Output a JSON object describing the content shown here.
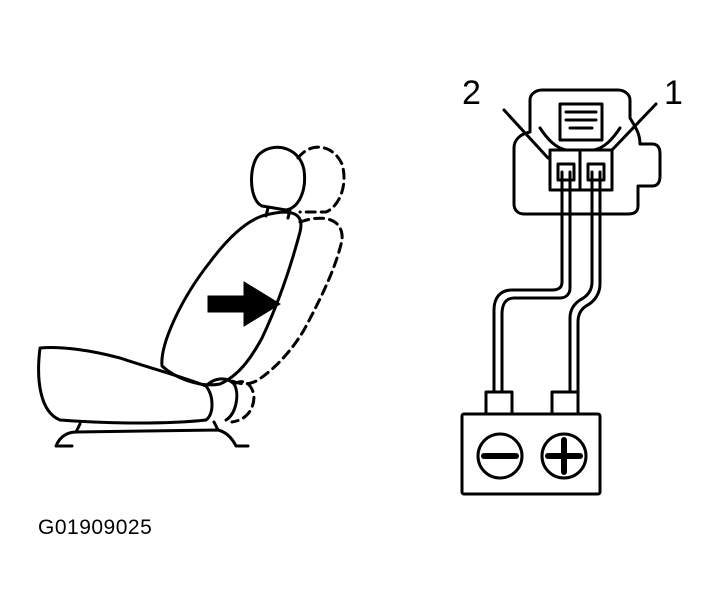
{
  "figure_id": "G01909025",
  "connector": {
    "pin_labels": [
      "2",
      "1"
    ]
  },
  "battery": {
    "negative_symbol": "minus",
    "positive_symbol": "plus"
  },
  "colors": {
    "line": "#000000",
    "background": "#ffffff"
  }
}
